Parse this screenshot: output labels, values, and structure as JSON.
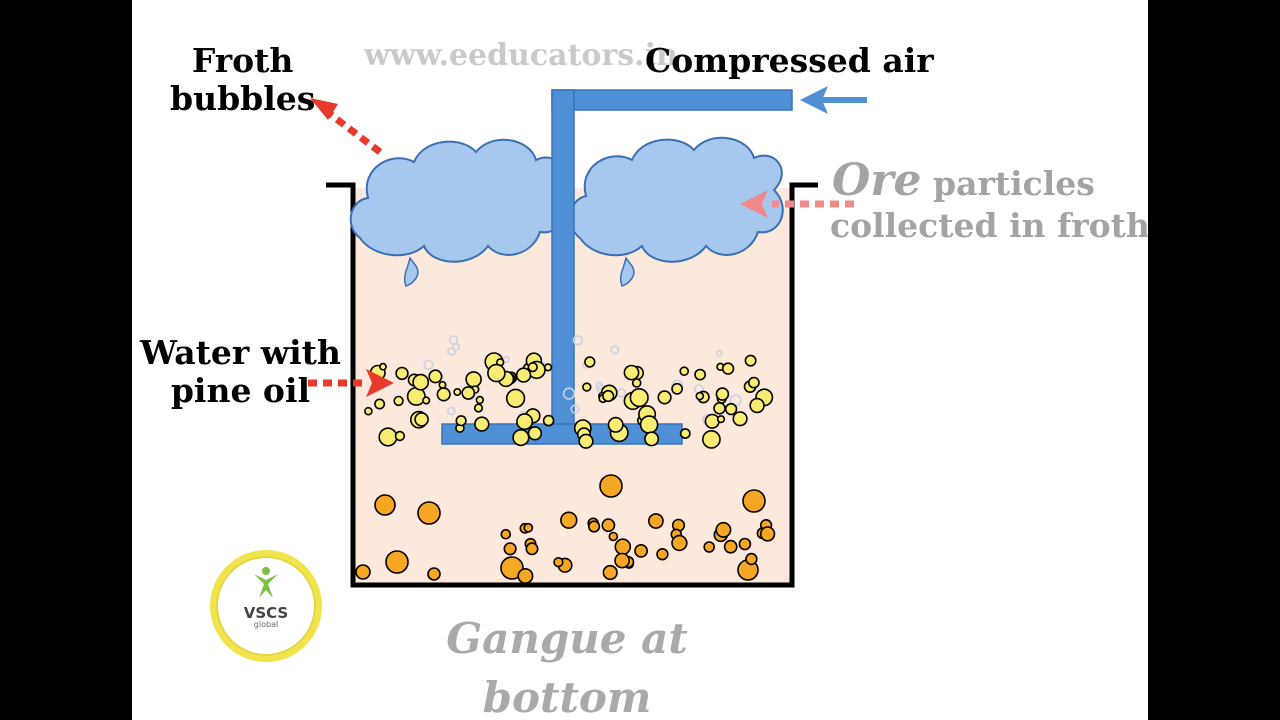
{
  "watermark": "www.eeducators.in",
  "labels": {
    "froth_line1": "Froth",
    "froth_line2": "bubbles",
    "compressed_air": "Compressed air",
    "ore_word": "Ore",
    "ore_rest_line1": " particles",
    "ore_line2": "collected in froth",
    "water_line1": "Water with",
    "water_line2": "pine oil",
    "gangue_line1": "Gangue at",
    "gangue_line2": "bottom"
  },
  "logo": {
    "text": "VSCS",
    "sub": "global"
  },
  "colors": {
    "pipe": "#4f8fd6",
    "froth": "#a7c8ee",
    "froth_outline": "#3b6fb3",
    "water": "#fde8dc",
    "ore_particle": "#f8ec73",
    "gangue_particle": "#f5a623",
    "arrow_red": "#e83a2a",
    "arrow_pink": "#f08a8a",
    "arrow_blue": "#4f8fd6"
  }
}
